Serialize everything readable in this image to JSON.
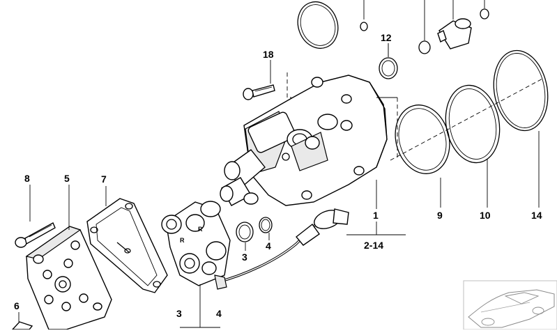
{
  "callouts": {
    "c1": "1",
    "c2_14": "2-14",
    "c3": "3",
    "c3b": "3",
    "c4": "4",
    "c4b": "4",
    "c5": "5",
    "c6": "6",
    "c7": "7",
    "c8": "8",
    "c9": "9",
    "c10": "10",
    "c12": "12",
    "c14": "14",
    "c18": "18"
  },
  "icons": {
    "car_thumbnail": "car-outline-icon"
  }
}
